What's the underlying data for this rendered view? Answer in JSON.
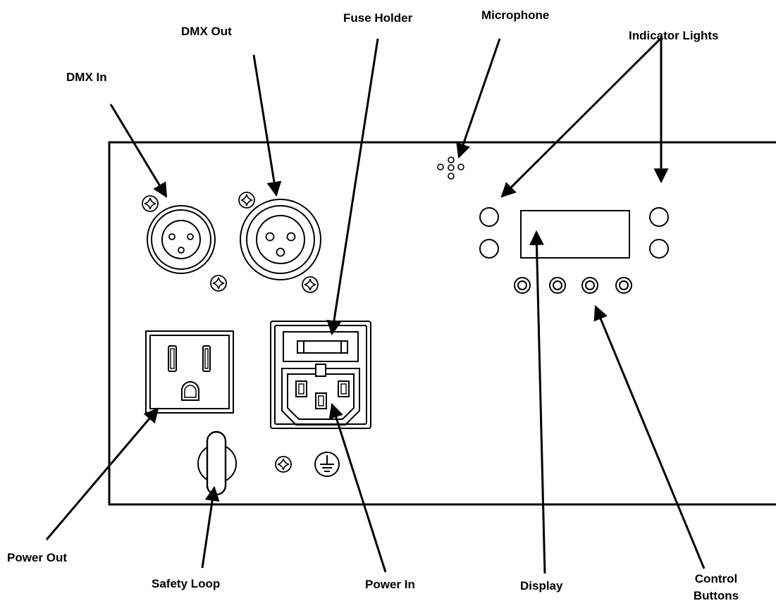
{
  "labels": {
    "dmx_in": "DMX In",
    "dmx_out": "DMX Out",
    "fuse_holder": "Fuse Holder",
    "microphone": "Microphone",
    "indicator_lights": "Indicator Lights",
    "power_out": "Power Out",
    "safety_loop": "Safety Loop",
    "power_in": "Power In",
    "display": "Display",
    "control_buttons_line1": "Control",
    "control_buttons_line2": "Buttons"
  },
  "colors": {
    "stroke": "#000000",
    "background": "#ffffff"
  }
}
